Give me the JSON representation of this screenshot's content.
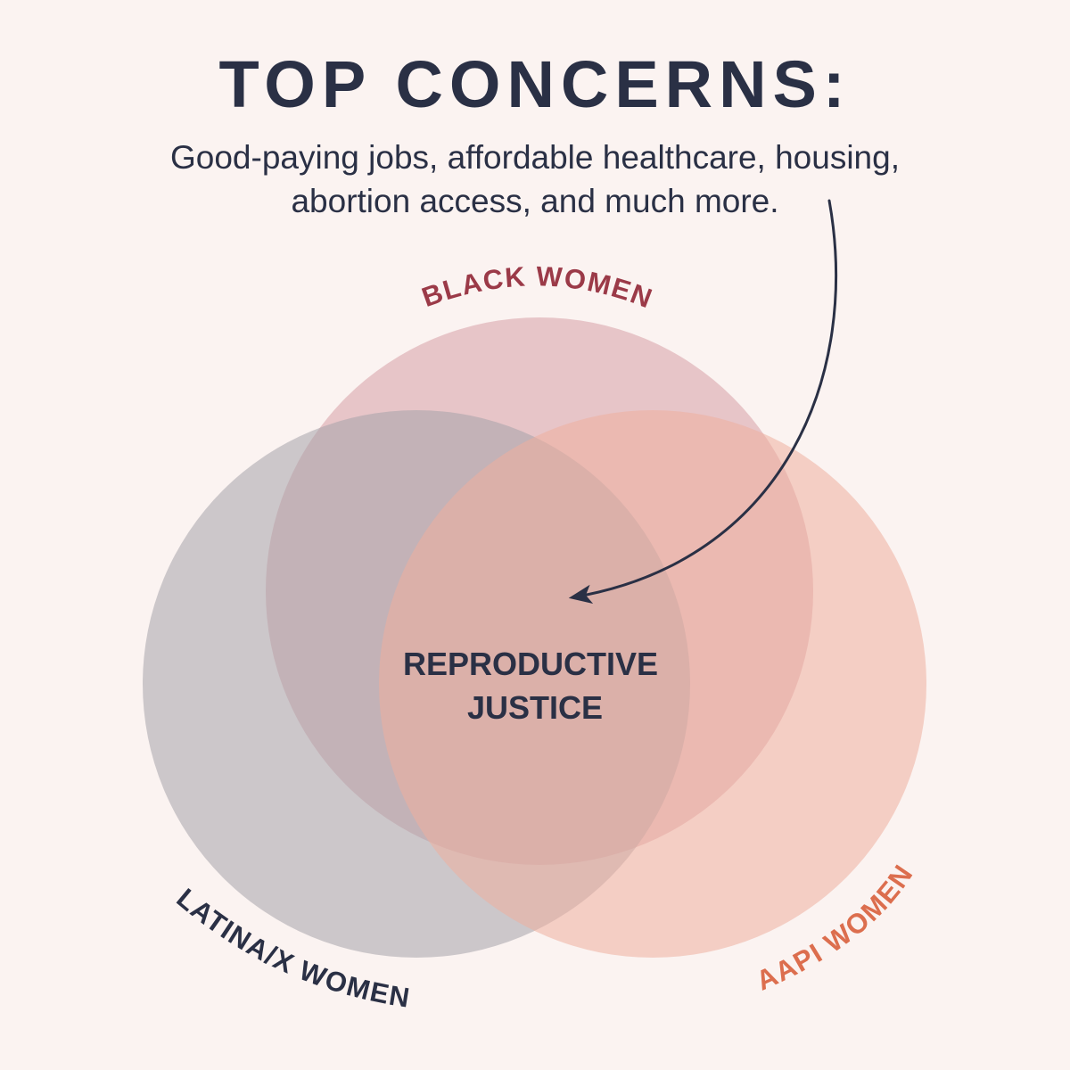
{
  "header": {
    "title": "TOP CONCERNS:",
    "subtitle_line1": "Good-paying jobs, affordable healthcare, housing,",
    "subtitle_line2": "abortion access, and much more."
  },
  "diagram": {
    "sets": [
      {
        "label": "BLACK WOMEN",
        "color": "#9b3a48",
        "fill": "#d79ea6"
      },
      {
        "label": "LATINA/X WOMEN",
        "color": "#2a3045",
        "fill": "#a6a2aa"
      },
      {
        "label": "AAPI WOMEN",
        "color": "#dc6e4e",
        "fill": "#eeaf9f"
      }
    ],
    "intersection_label_line1": "REPRODUCTIVE",
    "intersection_label_line2": "JUSTICE"
  },
  "colors": {
    "background": "#fbf3f1",
    "text_dark": "#2a3045"
  }
}
